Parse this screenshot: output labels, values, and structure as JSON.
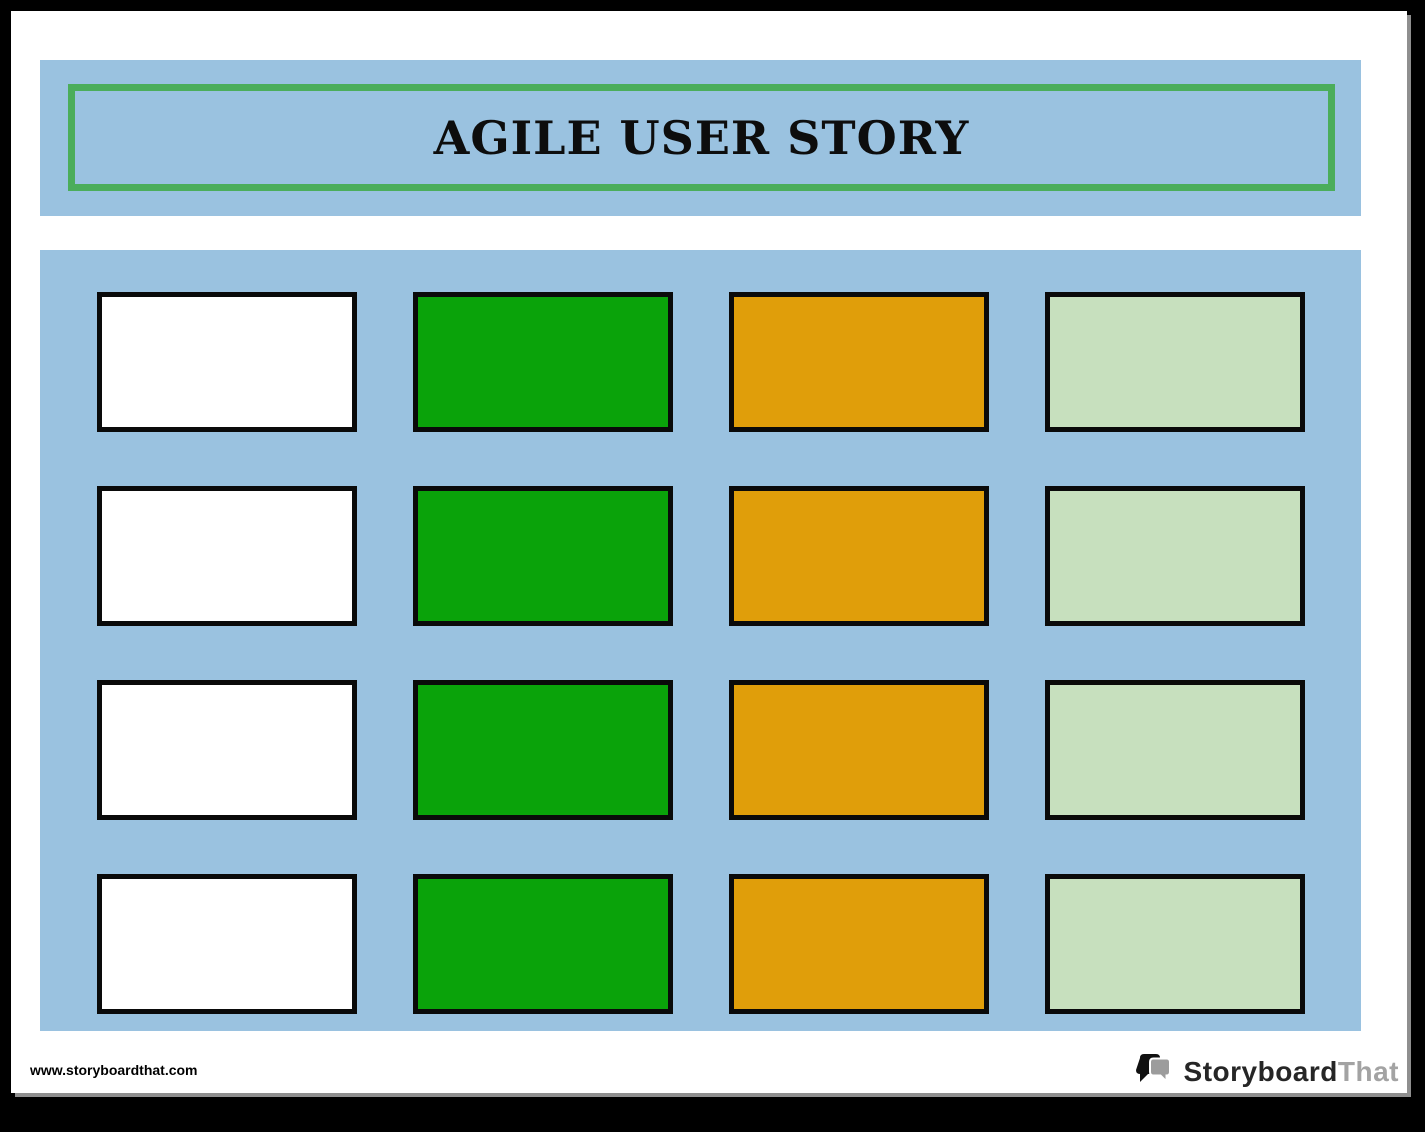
{
  "page": {
    "title": "AGILE USER STORY"
  },
  "colors": {
    "panel_blue": "#9AC2E0",
    "header_border_green": "#4BAD5B",
    "cell_border": "#0A0A0A",
    "frame_black": "#000000",
    "page_shadow": "#8F8F8F"
  },
  "grid": {
    "rows": 4,
    "columns": 4,
    "column_colors": [
      "#FFFFFF",
      "#0AA30A",
      "#E09E0A",
      "#C7E0BE"
    ],
    "column_names": [
      "white-card",
      "green-card",
      "orange-card",
      "pale-green-card"
    ]
  },
  "footer": {
    "website": "www.storyboardthat.com",
    "logo_primary": "Storyboard",
    "logo_secondary": "That"
  }
}
